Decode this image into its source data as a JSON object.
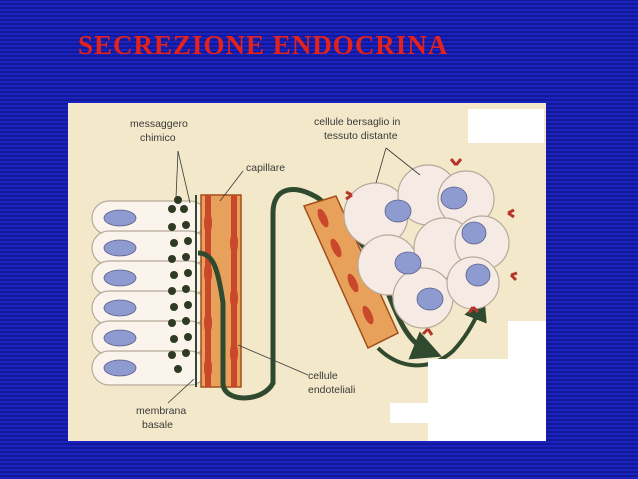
{
  "slide": {
    "title": "SECREZIONE ENDOCRINA"
  },
  "diagram": {
    "labels": {
      "messenger_line1": "messaggero",
      "messenger_line2": "chimico",
      "capillary": "capillare",
      "target_line1": "cellule bersaglio in",
      "target_line2": "tessuto distante",
      "endothelial_line1": "cellule",
      "endothelial_line2": "endoteliali",
      "basal_line1": "membrana",
      "basal_line2": "basale"
    },
    "colors": {
      "title": "#e4221b",
      "background": "#1a1fb8",
      "panel": "#f3e8c9",
      "capillary_wall": "#d9782f",
      "endothelial_cell": "#c9472b",
      "nucleus": "#8e9bd0",
      "receptor": "#b7362c",
      "messenger": "#2f3a22",
      "vessel_path": "#2f4a2e"
    }
  }
}
